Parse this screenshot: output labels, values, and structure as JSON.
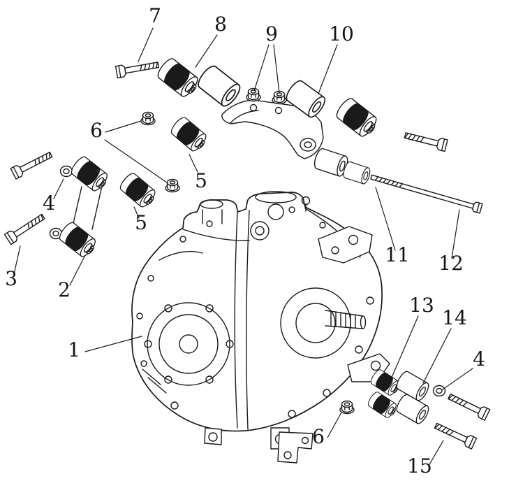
{
  "figure": {
    "background_color": "#ffffff",
    "line_color": "#1a1a1a",
    "rubber_color": "#1a1a1a"
  },
  "callouts": [
    {
      "label": "7"
    },
    {
      "label": "8"
    },
    {
      "label": "9"
    },
    {
      "label": "10"
    },
    {
      "label": "6"
    },
    {
      "label": "5"
    },
    {
      "label": "4"
    },
    {
      "label": "3"
    },
    {
      "label": "2"
    },
    {
      "label": "5"
    },
    {
      "label": "1"
    },
    {
      "label": "11"
    },
    {
      "label": "12"
    },
    {
      "label": "13"
    },
    {
      "label": "14"
    },
    {
      "label": "4"
    },
    {
      "label": "6"
    },
    {
      "label": "15"
    }
  ]
}
